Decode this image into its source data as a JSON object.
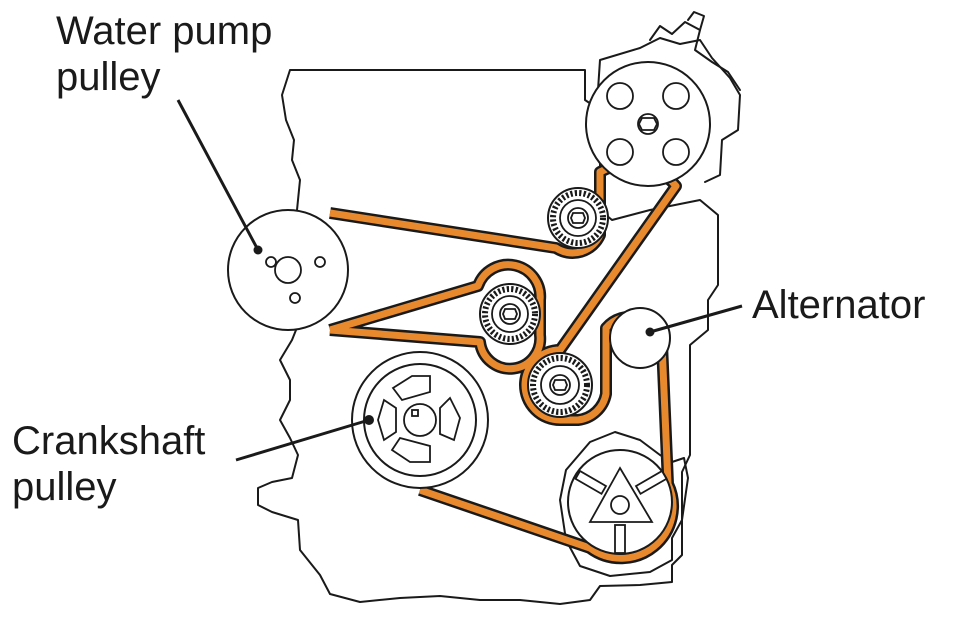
{
  "labels": {
    "water_pump_line1": "Water pump",
    "water_pump_line2": "pulley",
    "crankshaft_line1": "Crankshaft",
    "crankshaft_line2": "pulley",
    "alternator": "Alternator"
  },
  "colors": {
    "belt": "#e8892e",
    "line": "#1a1a1a",
    "background": "#ffffff"
  }
}
